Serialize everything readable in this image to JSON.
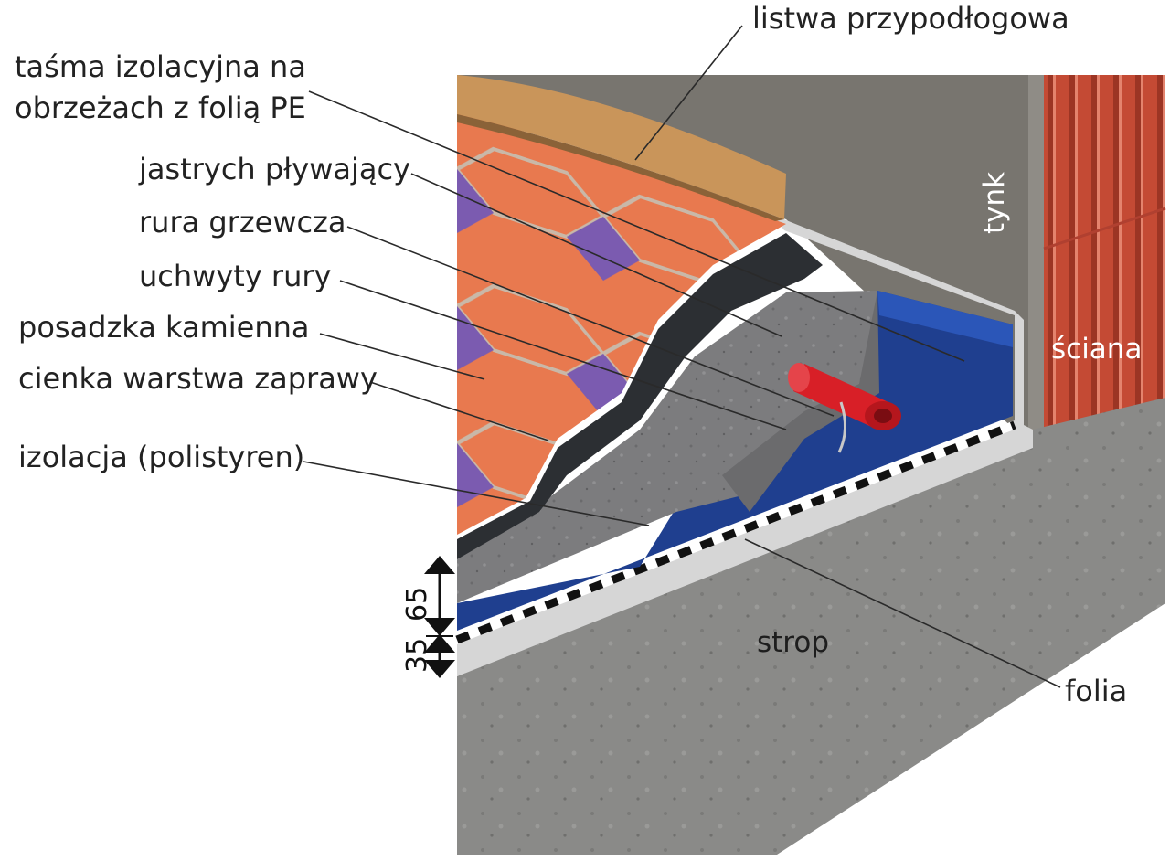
{
  "labels": {
    "listwa": "listwa przypodłogowa",
    "tasma_1": "taśma izolacyjna na",
    "tasma_2": "obrzeżach z folią PE",
    "jastrych": "jastrych pływający",
    "rura": "rura grzewcza",
    "uchwyty": "uchwyty rury",
    "posadzka": "posadzka kamienna",
    "zaprawa": "cienka warstwa zaprawy",
    "izolacja": "izolacja (polistyren)",
    "tynk": "tynk",
    "sciana": "ściana",
    "strop": "strop",
    "folia": "folia"
  },
  "dimensions": {
    "top": "65",
    "bottom": "35"
  },
  "colors": {
    "tile": "#e8794f",
    "tile_accent": "#7b5bb0",
    "grout": "#c9b8a8",
    "screed": "#7c7c7e",
    "mortar": "#2c2f33",
    "insulation": "#1f3f8f",
    "pipe": "#d81f27",
    "skirting": "#c9955a",
    "plaster": "#78756f",
    "brick": "#c44a34",
    "concrete": "#8a8a88",
    "edge_strip": "#d6d6d6"
  }
}
